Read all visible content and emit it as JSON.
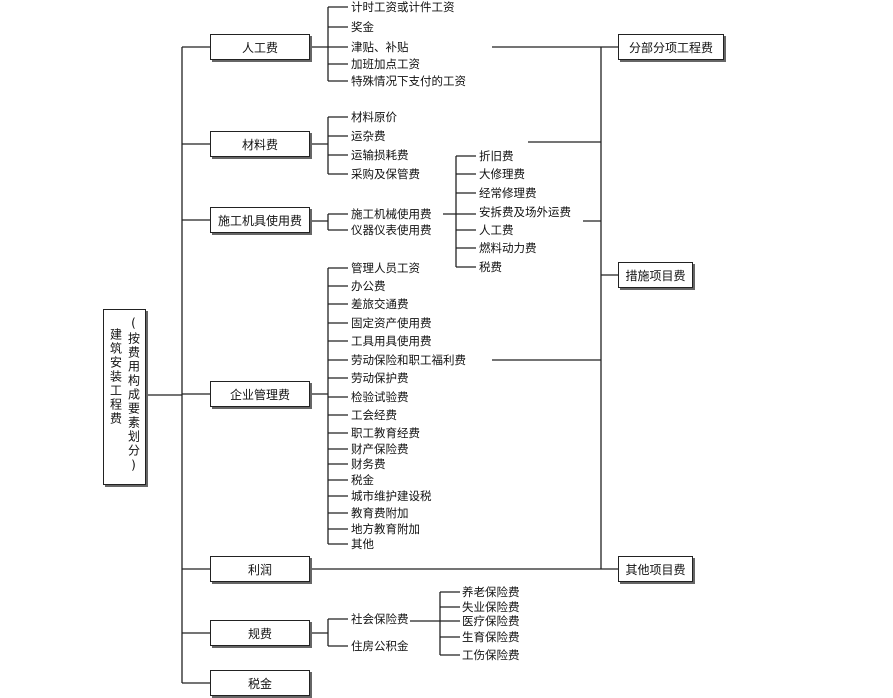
{
  "root": {
    "title_col": "建筑安装工程费",
    "subtitle_col": "(按费用构成要素划分)"
  },
  "categories": {
    "labor": "人工费",
    "material": "材料费",
    "machinery": "施工机具使用费",
    "management": "企业管理费",
    "profit": "利润",
    "fees": "规费",
    "tax": "税金"
  },
  "labor_items": [
    "计时工资或计件工资",
    "奖金",
    "津贴、补贴",
    "加班加点工资",
    "特殊情况下支付的工资"
  ],
  "material_items": [
    "材料原价",
    "运杂费",
    "运输损耗费",
    "采购及保管费"
  ],
  "machinery_items": [
    "施工机械使用费",
    "仪器仪表使用费"
  ],
  "machine_cost_items": [
    "折旧费",
    "大修理费",
    "经常修理费",
    "安拆费及场外运费",
    "人工费",
    "燃料动力费",
    "税费"
  ],
  "management_items": [
    "管理人员工资",
    "办公费",
    "差旅交通费",
    "固定资产使用费",
    "工具用具使用费",
    "劳动保险和职工福利费",
    "劳动保护费",
    "检验试验费",
    "工会经费",
    "职工教育经费",
    "财产保险费",
    "财务费",
    "税金",
    "城市维护建设税",
    "教育费附加",
    "地方教育附加",
    "其他"
  ],
  "fees_items": [
    "社会保险费",
    "住房公积金"
  ],
  "insurance_items": [
    "养老保险费",
    "失业保险费",
    "医疗保险费",
    "生育保险费",
    "工伤保险费"
  ],
  "targets": {
    "sub_project": "分部分项工程费",
    "measures": "措施项目费",
    "other": "其他项目费"
  }
}
